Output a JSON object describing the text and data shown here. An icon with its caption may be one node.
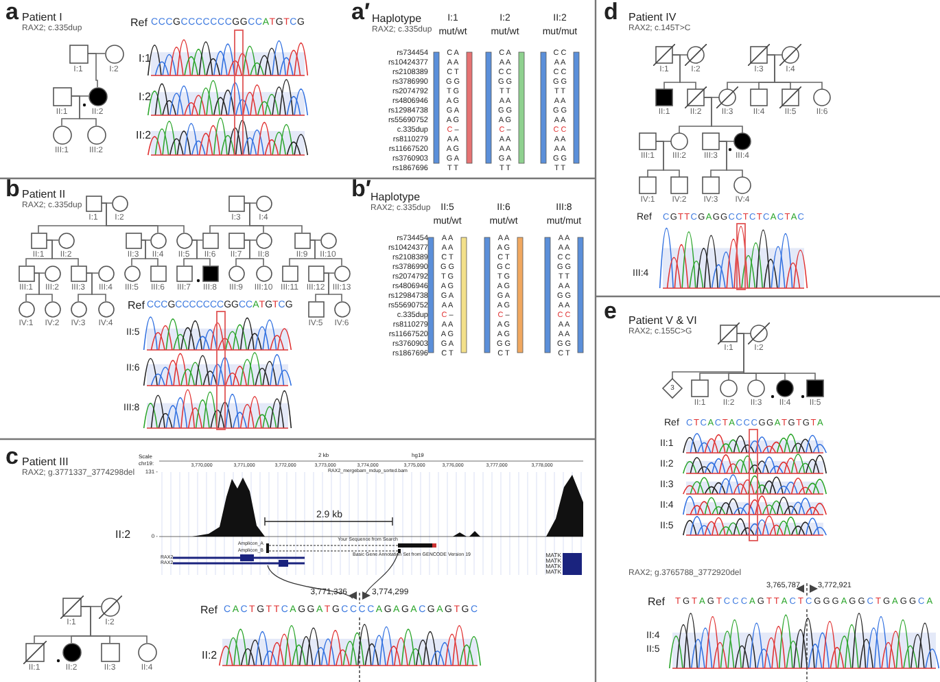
{
  "diagram": {
    "nodes": [
      {
        "text": [
          "I:1"
        ]
      },
      {
        "text": [
          "I:2"
        ]
      },
      {
        "text": [
          "II:1"
        ]
      },
      {
        "text": [
          "II:2"
        ]
      },
      {
        "text": [
          "III:1"
        ]
      },
      {
        "text": [
          "III:2"
        ]
      },
      {
        "text": [
          "I:1"
        ]
      },
      {
        "text": [
          "I:2"
        ]
      },
      {
        "text": [
          "I:3"
        ]
      },
      {
        "text": [
          "I:4"
        ]
      },
      {
        "text": [
          "II:1"
        ]
      },
      {
        "text": [
          "II:2"
        ]
      },
      {
        "text": [
          "II:3"
        ]
      },
      {
        "text": [
          "II:4"
        ]
      },
      {
        "text": [
          "II:5"
        ]
      },
      {
        "text": [
          "II:6"
        ]
      },
      {
        "text": [
          "II:7"
        ]
      },
      {
        "text": [
          "II:8"
        ]
      },
      {
        "text": [
          "II:9"
        ]
      },
      {
        "text": [
          "II:10"
        ]
      },
      {
        "text": [
          "III:1"
        ]
      },
      {
        "text": [
          "III:2"
        ]
      },
      {
        "text": [
          "III:3"
        ]
      },
      {
        "text": [
          "III:4"
        ]
      },
      {
        "text": [
          "III:5"
        ]
      },
      {
        "text": [
          "III:6"
        ]
      },
      {
        "text": [
          "III:7"
        ]
      },
      {
        "text": [
          "III:8"
        ]
      },
      {
        "text": [
          "III:9"
        ]
      },
      {
        "text": [
          "III:10"
        ]
      },
      {
        "text": [
          "III:11"
        ]
      },
      {
        "text": [
          "III:12"
        ]
      },
      {
        "text": [
          "III:13"
        ]
      },
      {
        "text": [
          "IV:1"
        ]
      },
      {
        "text": [
          "IV:2"
        ]
      },
      {
        "text": [
          "IV:3"
        ]
      },
      {
        "text": [
          "IV:4"
        ]
      },
      {
        "text": [
          "IV:5"
        ]
      },
      {
        "text": [
          "IV:6"
        ]
      },
      {
        "text": [
          "I:1"
        ]
      },
      {
        "text": [
          "I:2"
        ]
      },
      {
        "text": [
          "II:1"
        ]
      },
      {
        "text": [
          "II:2"
        ]
      },
      {
        "text": [
          "II:3"
        ]
      },
      {
        "text": [
          "II:4"
        ]
      },
      {
        "text": [
          "I:1"
        ]
      },
      {
        "text": [
          "I:2"
        ]
      },
      {
        "text": [
          "I:3"
        ]
      },
      {
        "text": [
          "I:4"
        ]
      },
      {
        "text": [
          "II:1"
        ]
      },
      {
        "text": [
          "II:2"
        ]
      },
      {
        "text": [
          "II:3"
        ]
      },
      {
        "text": [
          "II:4"
        ]
      },
      {
        "text": [
          "II:5"
        ]
      },
      {
        "text": [
          "II:6"
        ]
      },
      {
        "text": [
          "III:1"
        ]
      },
      {
        "text": [
          "III:2"
        ]
      },
      {
        "text": [
          "III:3"
        ]
      },
      {
        "text": [
          "III:4"
        ]
      },
      {
        "text": [
          "IV:1"
        ]
      },
      {
        "text": [
          "IV:2"
        ]
      },
      {
        "text": [
          "IV:3"
        ]
      },
      {
        "text": [
          "IV:4"
        ]
      },
      {
        "text": [
          "I:1"
        ]
      },
      {
        "text": [
          "I:2"
        ]
      },
      {
        "text": [
          "3"
        ]
      },
      {
        "text": [
          "II:1"
        ]
      },
      {
        "text": [
          "II:2"
        ]
      },
      {
        "text": [
          "II:3"
        ]
      },
      {
        "text": [
          "II:4"
        ]
      },
      {
        "text": [
          "II:5"
        ]
      }
    ],
    "edges": [
      {
        "from": 0,
        "to": 1,
        "arrow": "none"
      },
      {
        "from": 0,
        "to": 3,
        "arrow": "none"
      },
      {
        "from": 2,
        "to": 3,
        "arrow": "none"
      },
      {
        "from": 2,
        "to": 4,
        "arrow": "none"
      },
      {
        "from": 2,
        "to": 5,
        "arrow": "none"
      },
      {
        "from": 6,
        "to": 7,
        "arrow": "none"
      },
      {
        "from": 6,
        "to": 10,
        "arrow": "none"
      },
      {
        "from": 6,
        "to": 13,
        "arrow": "none"
      },
      {
        "from": 6,
        "to": 14,
        "arrow": "none"
      },
      {
        "from": 8,
        "to": 9,
        "arrow": "none"
      },
      {
        "from": 8,
        "to": 15,
        "arrow": "none"
      },
      {
        "from": 8,
        "to": 17,
        "arrow": "none"
      },
      {
        "from": 8,
        "to": 18,
        "arrow": "none"
      },
      {
        "from": 10,
        "to": 11,
        "arrow": "none"
      },
      {
        "from": 10,
        "to": 20,
        "arrow": "none"
      },
      {
        "from": 10,
        "to": 22,
        "arrow": "none"
      },
      {
        "from": 12,
        "to": 13,
        "arrow": "none"
      },
      {
        "from": 12,
        "to": 24,
        "arrow": "none"
      },
      {
        "from": 12,
        "to": 25,
        "arrow": "none"
      },
      {
        "from": 14,
        "to": 15,
        "arrow": "none"
      },
      {
        "from": 14,
        "to": 26,
        "arrow": "none"
      },
      {
        "from": 14,
        "to": 27,
        "arrow": "none"
      },
      {
        "from": 16,
        "to": 17,
        "arrow": "none"
      },
      {
        "from": 16,
        "to": 28,
        "arrow": "none"
      },
      {
        "from": 16,
        "to": 29,
        "arrow": "none"
      },
      {
        "from": 18,
        "to": 19,
        "arrow": "none"
      },
      {
        "from": 18,
        "to": 30,
        "arrow": "none"
      },
      {
        "from": 18,
        "to": 32,
        "arrow": "none"
      },
      {
        "from": 20,
        "to": 21,
        "arrow": "none"
      },
      {
        "from": 20,
        "to": 33,
        "arrow": "none"
      },
      {
        "from": 20,
        "to": 34,
        "arrow": "none"
      },
      {
        "from": 22,
        "to": 23,
        "arrow": "none"
      },
      {
        "from": 22,
        "to": 35,
        "arrow": "none"
      },
      {
        "from": 22,
        "to": 36,
        "arrow": "none"
      },
      {
        "from": 31,
        "to": 32,
        "arrow": "none"
      },
      {
        "from": 31,
        "to": 37,
        "arrow": "none"
      },
      {
        "from": 31,
        "to": 38,
        "arrow": "none"
      },
      {
        "from": 39,
        "to": 40,
        "arrow": "none"
      },
      {
        "from": 39,
        "to": 41,
        "arrow": "none"
      },
      {
        "from": 39,
        "to": 42,
        "arrow": "none"
      },
      {
        "from": 39,
        "to": 43,
        "arrow": "none"
      },
      {
        "from": 39,
        "to": 44,
        "arrow": "none"
      },
      {
        "from": 45,
        "to": 46,
        "arrow": "none"
      },
      {
        "from": 45,
        "to": 49,
        "arrow": "none"
      },
      {
        "from": 45,
        "to": 50,
        "arrow": "none"
      },
      {
        "from": 47,
        "to": 48,
        "arrow": "none"
      },
      {
        "from": 47,
        "to": 51,
        "arrow": "none"
      },
      {
        "from": 47,
        "to": 52,
        "arrow": "none"
      },
      {
        "from": 47,
        "to": 53,
        "arrow": "none"
      },
      {
        "from": 47,
        "to": 54,
        "arrow": "none"
      },
      {
        "from": 50,
        "to": 51,
        "arrow": "none"
      },
      {
        "from": 50,
        "to": 56,
        "arrow": "none"
      },
      {
        "from": 50,
        "to": 58,
        "arrow": "none"
      },
      {
        "from": 55,
        "to": 56,
        "arrow": "none"
      },
      {
        "from": 55,
        "to": 59,
        "arrow": "none"
      },
      {
        "from": 55,
        "to": 60,
        "arrow": "none"
      },
      {
        "from": 57,
        "to": 58,
        "arrow": "none"
      },
      {
        "from": 57,
        "to": 61,
        "arrow": "none"
      },
      {
        "from": 57,
        "to": 62,
        "arrow": "none"
      },
      {
        "from": 63,
        "to": 64,
        "arrow": "none"
      },
      {
        "from": 63,
        "to": 65,
        "arrow": "none"
      },
      {
        "from": 63,
        "to": 66,
        "arrow": "none"
      },
      {
        "from": 63,
        "to": 67,
        "arrow": "none"
      },
      {
        "from": 63,
        "to": 68,
        "arrow": "none"
      },
      {
        "from": 63,
        "to": 69,
        "arrow": "none"
      },
      {
        "from": 63,
        "to": 70,
        "arrow": "none"
      }
    ],
    "labels": [
      "a",
      "Patient I",
      "RAX2; c.335dup",
      "Ref",
      "CCCGCCCCCCCGGCCATGTCG",
      "I:1",
      "I:2",
      "II:2",
      "a′",
      "Haplotype",
      "RAX2; c.335dup",
      "I:1",
      "I:2",
      "II:2",
      "mut/wt",
      "mut/wt",
      "mut/mut",
      "rs734454",
      "C A",
      "C A",
      "C C",
      "rs10424377",
      "A A",
      "A A",
      "A A",
      "rs2108389",
      "C T",
      "C C",
      "C C",
      "rs3786990",
      "G G",
      "G G",
      "G G",
      "rs2074792",
      "T G",
      "T T",
      "T T",
      "rs4806946",
      "A G",
      "A A",
      "A A",
      "rs12984738",
      "G A",
      "G G",
      "G G",
      "rs55690752",
      "A G",
      "A G",
      "A A",
      "c.335dup",
      "C –",
      "C –",
      "C C",
      "rs8110279",
      "A A",
      "A A",
      "A A",
      "rs11667520",
      "A G",
      "A A",
      "A A",
      "rs3760903",
      "G A",
      "G A",
      "G G",
      "rs1867696",
      "T T",
      "T T",
      "T T",
      "b",
      "Patient II",
      "RAX2; c.335dup",
      "Ref",
      "CCCGCCCCCCCGGCCATGTCG",
      "II:5",
      "II:6",
      "III:8",
      "b′",
      "Haplotype",
      "RAX2; c.335dup",
      "II:5",
      "II:6",
      "III:8",
      "mut/wt",
      "mut/wt",
      "mut/mut",
      "rs734454",
      "A A",
      "A A",
      "A A",
      "rs10424377",
      "A A",
      "A G",
      "A A",
      "rs2108389",
      "C T",
      "C T",
      "C C",
      "rs3786990",
      "G G",
      "G C",
      "G G",
      "rs2074792",
      "T G",
      "T G",
      "T T",
      "rs4806946",
      "A G",
      "A G",
      "A A",
      "rs12984738",
      "G A",
      "G A",
      "G G",
      "rs55690752",
      "A A",
      "A G",
      "A A",
      "c.335dup",
      "C –",
      "C –",
      "C C",
      "rs8110279",
      "A A",
      "A G",
      "A A",
      "rs11667520",
      "A G",
      "A G",
      "A A",
      "rs3760903",
      "G A",
      "G G",
      "G G",
      "rs1867696",
      "C T",
      "C T",
      "C T",
      "c",
      "Patient III",
      "RAX2; g.3771337_3774298del",
      "Scale",
      "chr19:",
      "2 kb",
      "hg19",
      "131 -",
      "3,770,000",
      "3,771,000",
      "3,772,000",
      "3,773,000",
      "3,774,000",
      "3,775,000",
      "3,776,000",
      "3,777,000",
      "3,778,000",
      "RAX2_mergebam_mdup_sorted.bam",
      "2.9 kb",
      "0 -",
      "Your Sequence from Search",
      "Amplicon_A",
      "Amplicon_B",
      "Basic Gene Annotation Set from GENCODE Version 19",
      "RAX2",
      "RAX2",
      "MATK",
      "MATK",
      "MATK",
      "MATK",
      "II:2",
      "3,771,336",
      "3,774,299",
      "Ref",
      "CACTGTTCAGGATGCCCCAGAGACGAGTGC",
      "II:2",
      "d",
      "Patient IV",
      "RAX2; c.145T>C",
      "Ref",
      "CGTTCGAGGCCTCTCACTAC",
      "III:4",
      "e",
      "Patient V & VI",
      "RAX2; c.155C>G",
      "Ref",
      "CTCACTACCCGGATGTGTA",
      "II:1",
      "II:2",
      "II:3",
      "II:4",
      "II:5",
      "RAX2; g.3765788_3772920del",
      "3,765,787",
      "3,772,921",
      "Ref",
      "TGTAGTCCCAGTTACTCGGGAGGCTGAGGCA",
      "II:4",
      "II:5"
    ]
  }
}
